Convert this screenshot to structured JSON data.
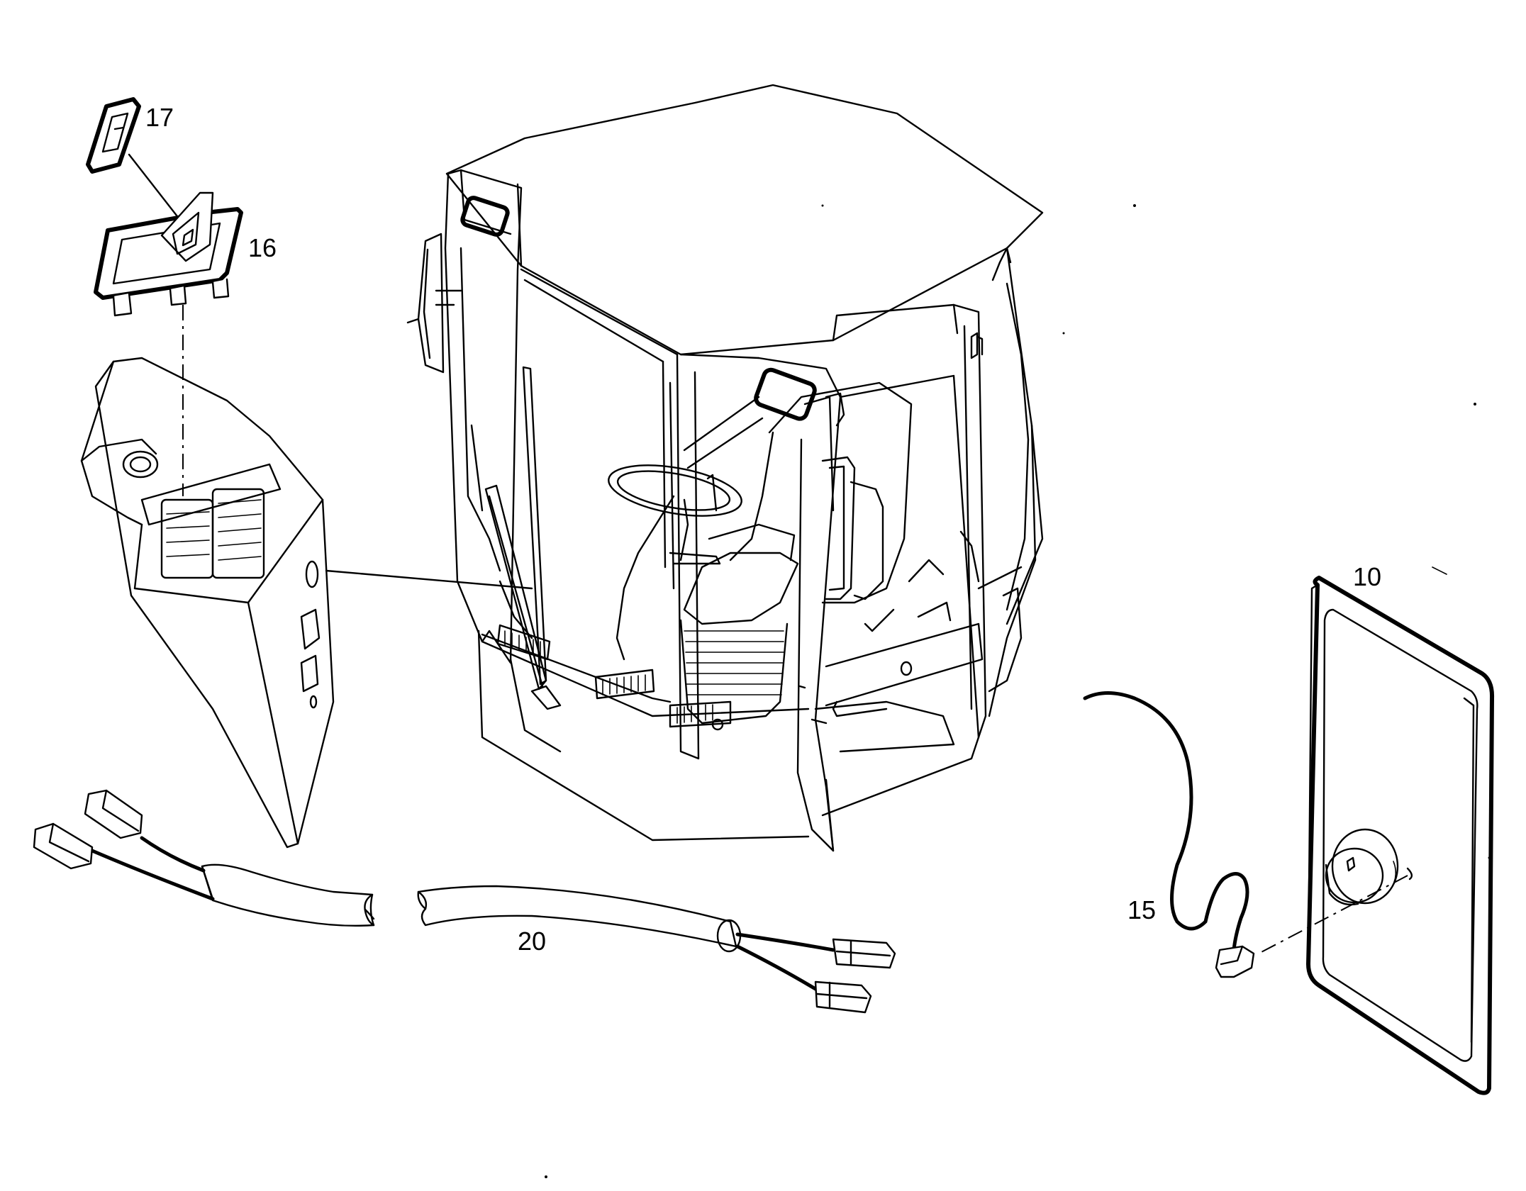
{
  "callouts": {
    "c17": "17",
    "c16": "16",
    "c10": "10",
    "c15": "15",
    "c20": "20"
  }
}
